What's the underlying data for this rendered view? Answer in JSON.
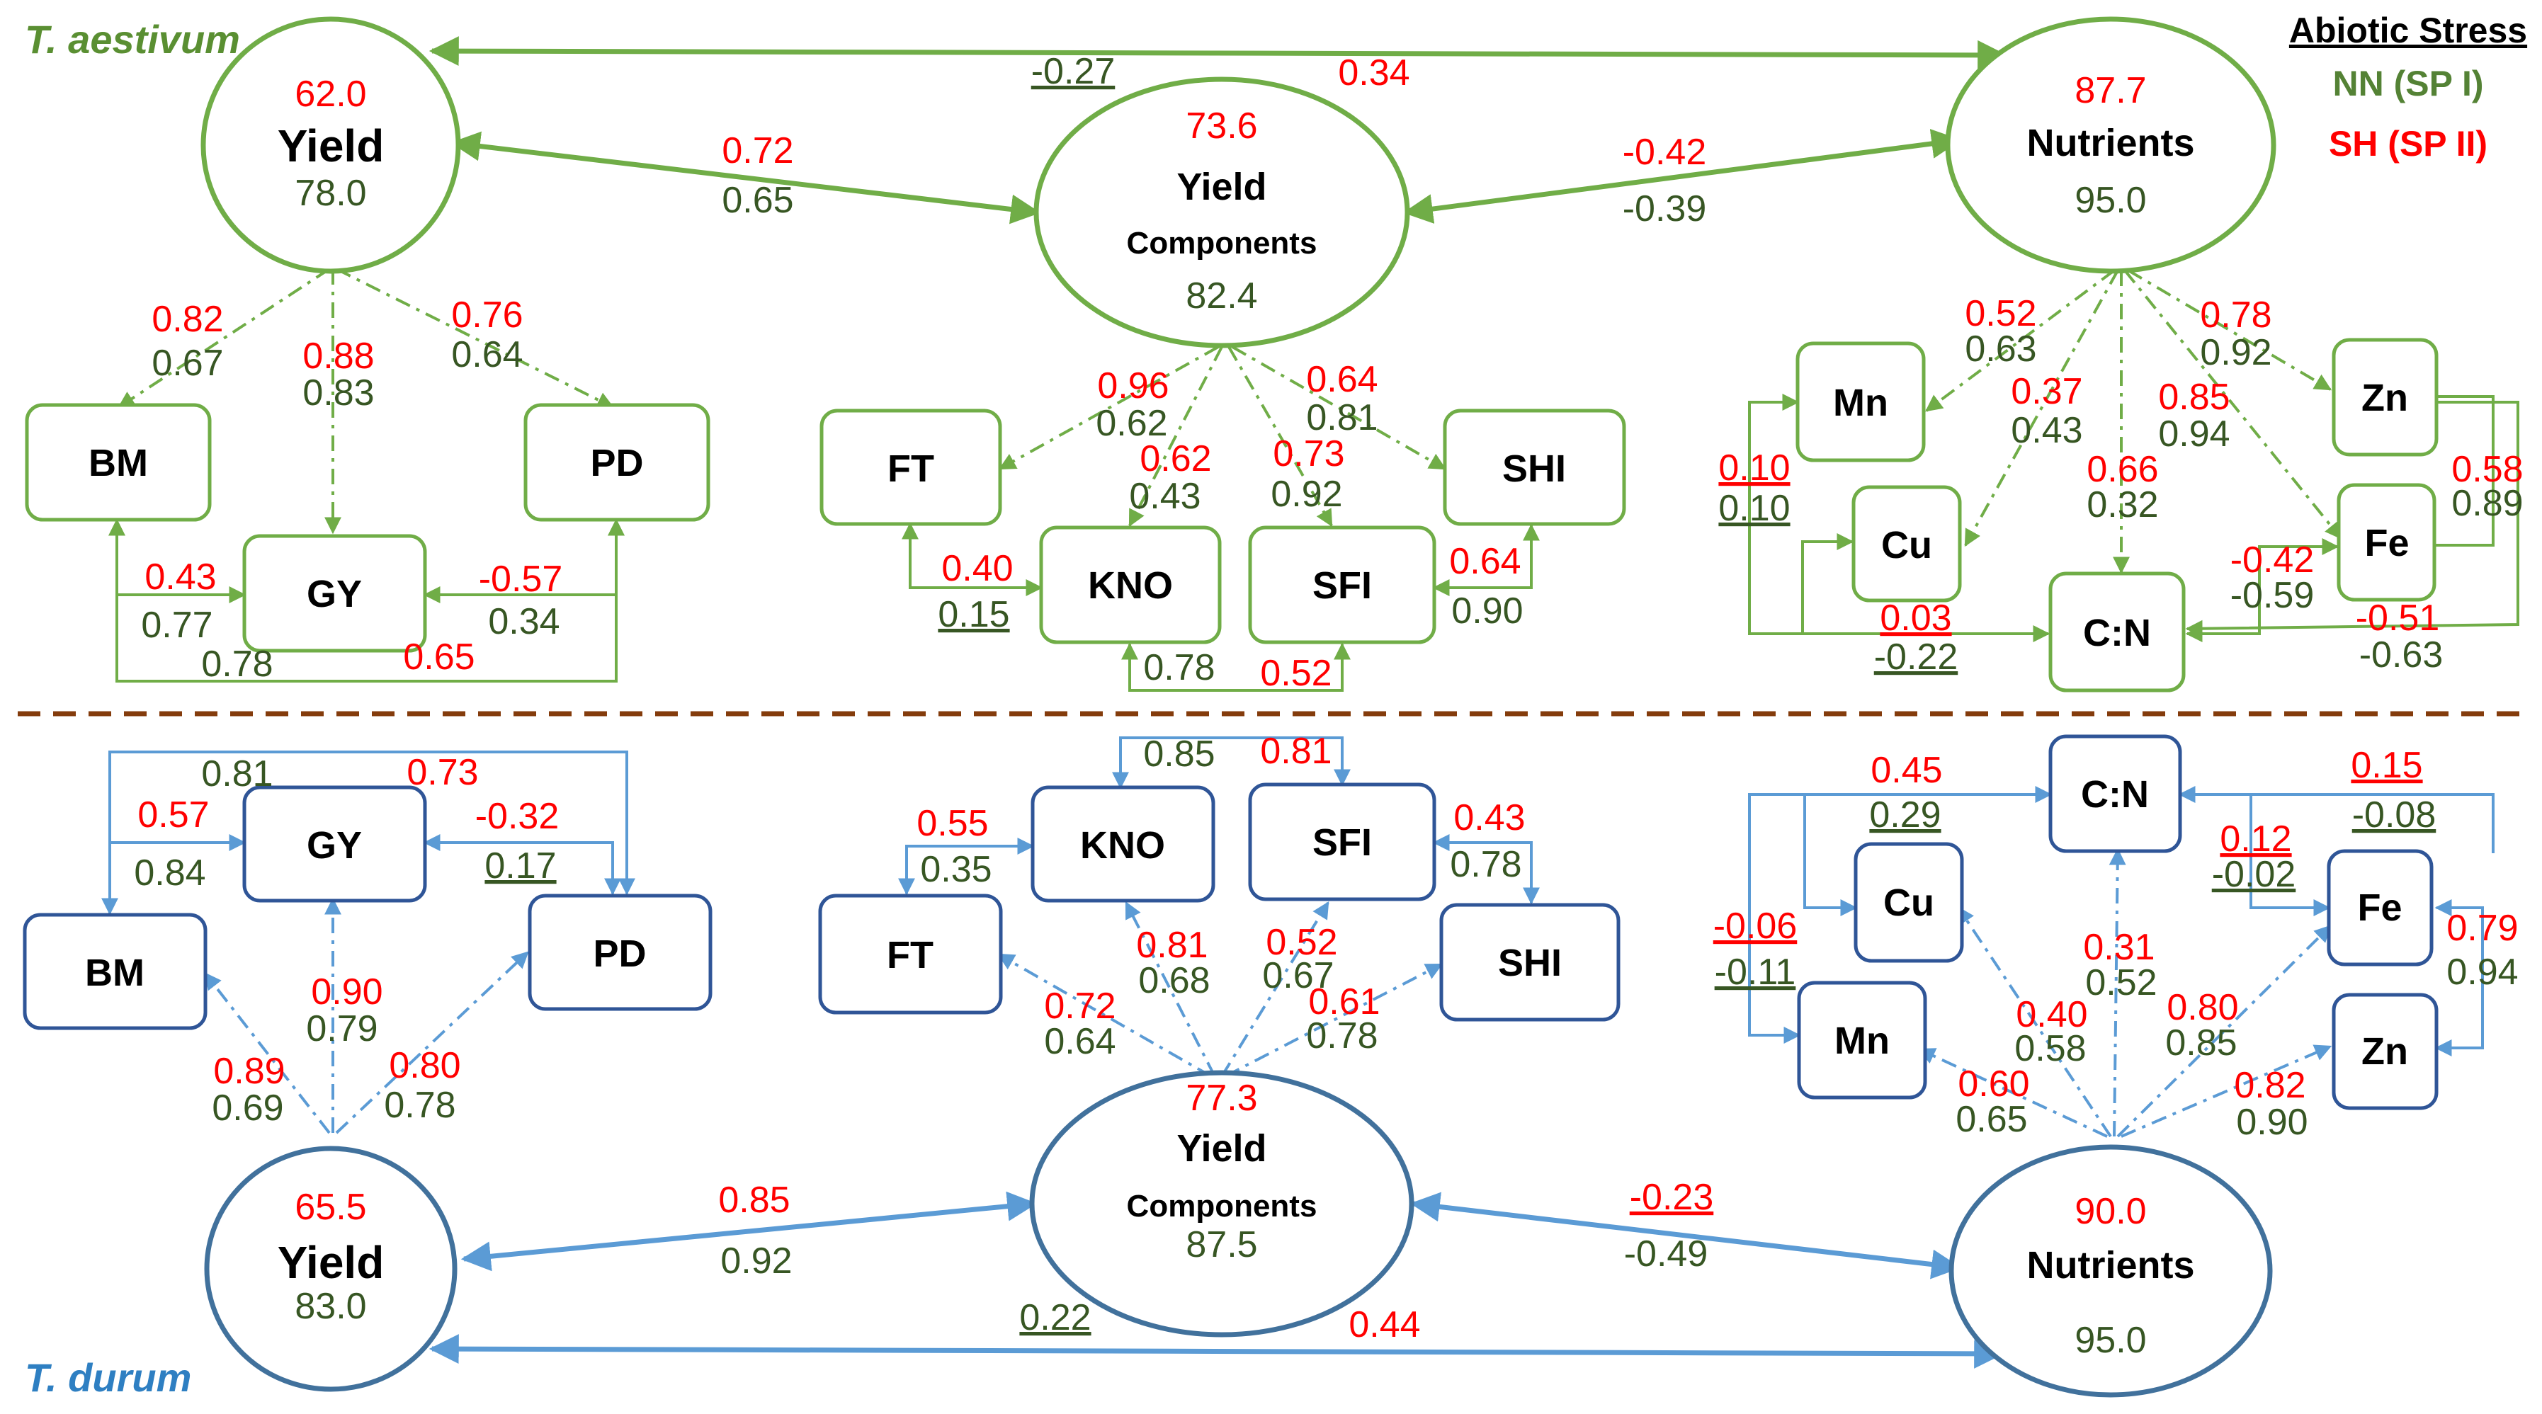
{
  "colors": {
    "red": "#ff0000",
    "green": "#375623",
    "species_top": "#5a8f32",
    "species_bottom": "#2e7fc2",
    "line_top": "#70ad47",
    "line_bottom": "#5b9bd5",
    "box_bottom": "#2f5597",
    "circle_bottom": "#41719c",
    "divider": "#843c0c",
    "legend_green": "#548235"
  },
  "species": {
    "top": "T. aestivum",
    "bottom": "T. durum"
  },
  "legend": {
    "title": "Abiotic Stress",
    "nn": "NN (SP I)",
    "sh": "SH (SP II)"
  },
  "top": {
    "yield": {
      "label": "Yield",
      "red": "62.0",
      "green": "78.0"
    },
    "yield_components": {
      "label1": "Yield",
      "label2": "Components",
      "red": "73.6",
      "green": "82.4"
    },
    "nutrients": {
      "label": "Nutrients",
      "red": "87.7",
      "green": "95.0"
    },
    "boxes": {
      "bm": "BM",
      "pd": "PD",
      "gy": "GY",
      "ft": "FT",
      "shi": "SHI",
      "kno": "KNO",
      "sfi": "SFI",
      "mn": "Mn",
      "zn": "Zn",
      "cu": "Cu",
      "fe": "Fe",
      "cn": "C:N"
    },
    "coef": {
      "yn_green": "-0.27",
      "yn_red": "0.34",
      "yc_red": "0.72",
      "yc_green": "0.65",
      "cn_red": "-0.42",
      "cn_green": "-0.39",
      "bm_red": "0.82",
      "bm_green": "0.67",
      "gy_red": "0.88",
      "gy_green": "0.83",
      "pd_red": "0.76",
      "pd_green": "0.64",
      "bmgy_red": "0.43",
      "bmgy_green": "0.77",
      "pdgy_red": "-0.57",
      "pdgy_green": "0.34",
      "bmpd_green": "0.78",
      "bmpd_red": "0.65",
      "ft_red": "0.96",
      "ft_green": "0.62",
      "kno_red": "0.62",
      "kno_green": "0.43",
      "sfi_red": "0.73",
      "sfi_green": "0.92",
      "shi_red": "0.64",
      "shi_green": "0.81",
      "ftkno_red": "0.40",
      "ftkno_green": "0.15",
      "sfishi_red": "0.64",
      "sfishi_green": "0.90",
      "knosfi_green": "0.78",
      "knosfi_red": "0.52",
      "mn_red": "0.52",
      "mn_green": "0.63",
      "cu_red": "0.37",
      "cu_green": "0.43",
      "cn_n_red": "0.66",
      "cn_n_green": "0.32",
      "fe_red": "0.85",
      "fe_green": "0.94",
      "zn_red": "0.78",
      "zn_green": "0.92",
      "mncn_red": "0.10",
      "mncn_green": "0.10",
      "cucn_red": "0.03",
      "cucn_green": "-0.22",
      "fecn_red": "-0.42",
      "fecn_green": "-0.59",
      "zncn_red": "-0.51",
      "zncn_green": "-0.63",
      "znfe_red": "0.58",
      "znfe_green": "0.89"
    }
  },
  "bottom": {
    "yield": {
      "label": "Yield",
      "red": "65.5",
      "green": "83.0"
    },
    "yield_components": {
      "label1": "Yield",
      "label2": "Components",
      "red": "77.3",
      "green": "87.5"
    },
    "nutrients": {
      "label": "Nutrients",
      "red": "90.0",
      "green": "95.0"
    },
    "boxes": {
      "bm": "BM",
      "pd": "PD",
      "gy": "GY",
      "ft": "FT",
      "shi": "SHI",
      "kno": "KNO",
      "sfi": "SFI",
      "mn": "Mn",
      "zn": "Zn",
      "cu": "Cu",
      "fe": "Fe",
      "cn": "C:N"
    },
    "coef": {
      "bmpd_green": "0.81",
      "bmpd_red": "0.73",
      "bmgy_red": "0.57",
      "bmgy_green": "0.84",
      "pdgy_red": "-0.32",
      "pdgy_green": "0.17",
      "gy_red": "0.90",
      "gy_green": "0.79",
      "bm_red": "0.89",
      "bm_green": "0.69",
      "pd_red": "0.80",
      "pd_green": "0.78",
      "knosfi_green": "0.85",
      "knosfi_red": "0.81",
      "ftkno_red": "0.55",
      "ftkno_green": "0.35",
      "sfishi_red": "0.43",
      "sfishi_green": "0.78",
      "kno_red": "0.81",
      "kno_green": "0.68",
      "sfi_red": "0.52",
      "sfi_green": "0.67",
      "ft_red": "0.72",
      "ft_green": "0.64",
      "shi_red": "0.61",
      "shi_green": "0.78",
      "yc_red": "0.85",
      "yc_green": "0.92",
      "cn_red": "-0.23",
      "cn_green": "-0.49",
      "yn_green": "0.22",
      "yn_red": "0.44",
      "cucn_red": "0.45",
      "cucn_green": "0.29",
      "fecn_red": "0.15",
      "fecn_green": "-0.08",
      "fecn2_red": "0.12",
      "fecn2_green": "-0.02",
      "mncn_red": "-0.06",
      "mncn_green": "-0.11",
      "fezn_red": "0.79",
      "fezn_green": "0.94",
      "cn_n_red": "0.31",
      "cn_n_green": "0.52",
      "cu_red": "0.40",
      "cu_green": "0.58",
      "fe_red": "0.80",
      "fe_green": "0.85",
      "mn_red": "0.60",
      "mn_green": "0.65",
      "zn_red": "0.82",
      "zn_green": "0.90"
    }
  }
}
